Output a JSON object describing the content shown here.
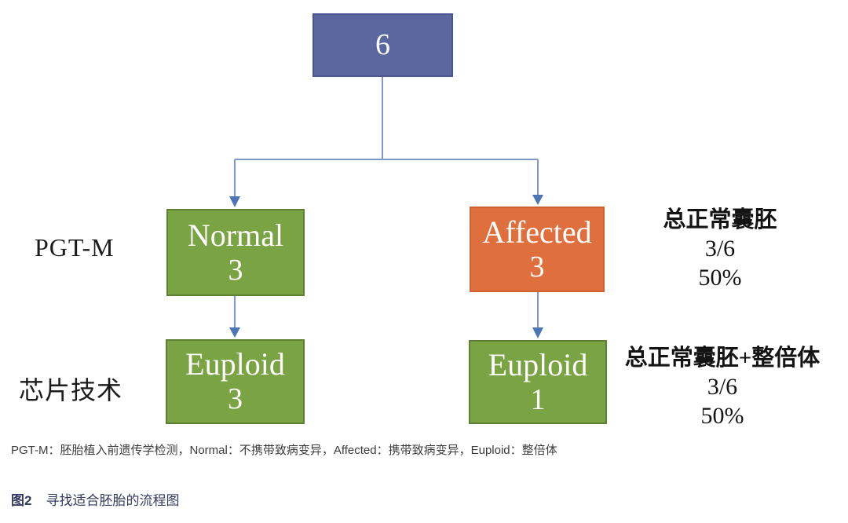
{
  "colors": {
    "root_box_fill": "#5b68a0",
    "root_box_border": "#4a5590",
    "green_box_fill": "#7aa344",
    "green_box_border": "#5e8033",
    "orange_box_fill": "#df703d",
    "orange_box_border": "#d0622f",
    "connector_line": "#7d99c9",
    "arrowhead": "#4d74b5",
    "caption_text": "#333a5e",
    "footnote_text": "#3c3c3c"
  },
  "flowchart": {
    "root": {
      "value": "6"
    },
    "row1": {
      "left_label": "PGT-M",
      "normal": {
        "label": "Normal",
        "value": "3"
      },
      "affected": {
        "label": "Affected",
        "value": "3"
      },
      "annotation": {
        "title": "总正常囊胚",
        "fraction": "3/6",
        "percent": "50%"
      }
    },
    "row2": {
      "left_label": "芯片技术",
      "euploid_left": {
        "label": "Euploid",
        "value": "3"
      },
      "euploid_right": {
        "label": "Euploid",
        "value": "1"
      },
      "annotation": {
        "title": "总正常囊胚+整倍体",
        "fraction": "3/6",
        "percent": "50%"
      }
    }
  },
  "footnote": "PGT-M：胚胎植入前遗传学检测，Normal：不携带致病变异，Affected：携带致病变异，Euploid：整倍体",
  "caption": {
    "tag": "图2",
    "text": "寻找适合胚胎的流程图"
  }
}
